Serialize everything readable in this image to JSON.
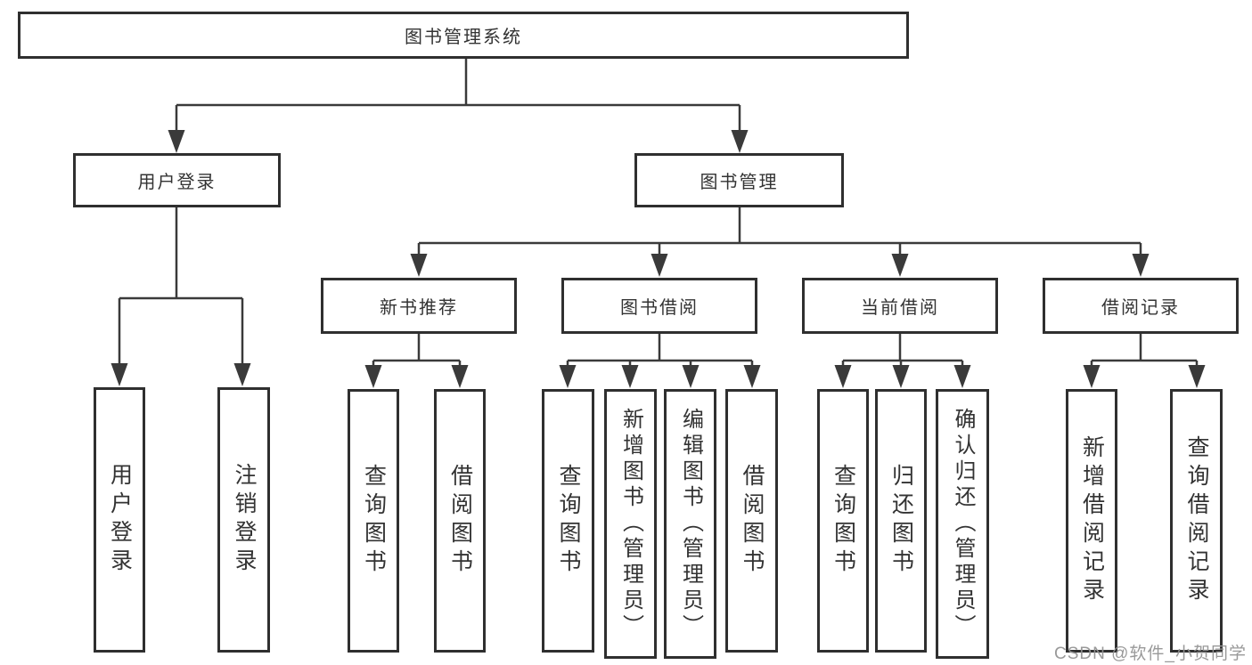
{
  "tree": {
    "label": "图书管理系统",
    "children": [
      {
        "label": "用户登录",
        "children": [
          {
            "label": "用户登录"
          },
          {
            "label": "注销登录"
          }
        ]
      },
      {
        "label": "图书管理",
        "children": [
          {
            "label": "新书推荐",
            "children": [
              {
                "label": "查询图书"
              },
              {
                "label": "借阅图书"
              }
            ]
          },
          {
            "label": "图书借阅",
            "children": [
              {
                "label": "查询图书"
              },
              {
                "label": "新增图书（管理员）"
              },
              {
                "label": "编辑图书（管理员）"
              },
              {
                "label": "借阅图书"
              }
            ]
          },
          {
            "label": "当前借阅",
            "children": [
              {
                "label": "查询图书"
              },
              {
                "label": "归还图书"
              },
              {
                "label": "确认归还（管理员）"
              }
            ]
          },
          {
            "label": "借阅记录",
            "children": [
              {
                "label": "新增借阅记录"
              },
              {
                "label": "查询借阅记录"
              }
            ]
          }
        ]
      }
    ]
  },
  "watermark": {
    "text": "CSDN @软件_小贺同学"
  },
  "colors": {
    "line": "#3a3a3a",
    "box_border": "#2f2f2f",
    "text": "#333333",
    "watermark": "#949494"
  }
}
